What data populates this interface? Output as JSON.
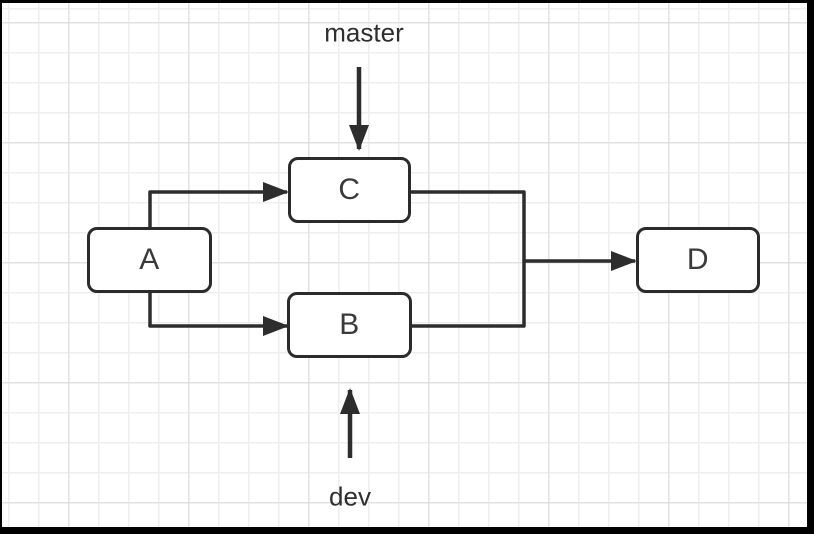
{
  "canvas": {
    "background": "#ffffff",
    "frame_color": "#000000",
    "grid_minor_color": "#eeeeee",
    "grid_major_color": "#e2e2e2"
  },
  "diagram": {
    "nodes": {
      "a": {
        "label": "A"
      },
      "b": {
        "label": "B"
      },
      "c": {
        "label": "C"
      },
      "d": {
        "label": "D"
      }
    },
    "branch_labels": {
      "master": "master",
      "dev": "dev"
    },
    "edges": [
      {
        "from": "A",
        "to": "C",
        "arrow": true
      },
      {
        "from": "A",
        "to": "B",
        "arrow": true
      },
      {
        "from": "C",
        "to": "merge-junction",
        "arrow": false
      },
      {
        "from": "B",
        "to": "merge-junction",
        "arrow": false
      },
      {
        "from": "merge-junction",
        "to": "D",
        "arrow": true
      },
      {
        "from": "master-label",
        "to": "C",
        "arrow": true
      },
      {
        "from": "dev-label",
        "to": "B",
        "arrow": true
      }
    ],
    "colors": {
      "line": "#2d2d2d",
      "node_border": "#2b2b2b",
      "node_fill": "#ffffff",
      "text": "#3a3a3a"
    }
  }
}
